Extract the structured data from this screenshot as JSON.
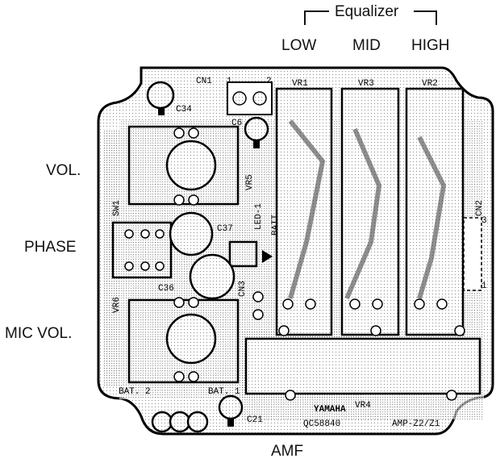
{
  "labels": {
    "equalizer": "Equalizer",
    "low": "LOW",
    "mid": "MID",
    "high": "HIGH",
    "vol": "VOL.",
    "phase": "PHASE",
    "mic_vol": "MIC VOL.",
    "amf": "AMF"
  },
  "silkscreen": {
    "cn1": "CN1",
    "cn1_pin1": "1",
    "cn1_pin2": "2",
    "c34": "C34",
    "c6": "C6",
    "vr1": "VR1",
    "vr3": "VR3",
    "vr2": "VR2",
    "vr5": "VR5",
    "led1": "LED-1",
    "batt": "BATT.",
    "sw1": "SW1",
    "c37": "C37",
    "c36": "C36",
    "cn3": "CN3",
    "vr6": "VR6",
    "cn2": "CN2",
    "cn2_pin3": "3",
    "cn2_pin1": "1",
    "bat2": "BAT. 2",
    "bat1": "BAT. 1",
    "c21": "C21",
    "vr4": "VR4",
    "yamaha": "YAMAHA",
    "part_no": "QC58840",
    "model": "AMP-Z2/Z1"
  }
}
